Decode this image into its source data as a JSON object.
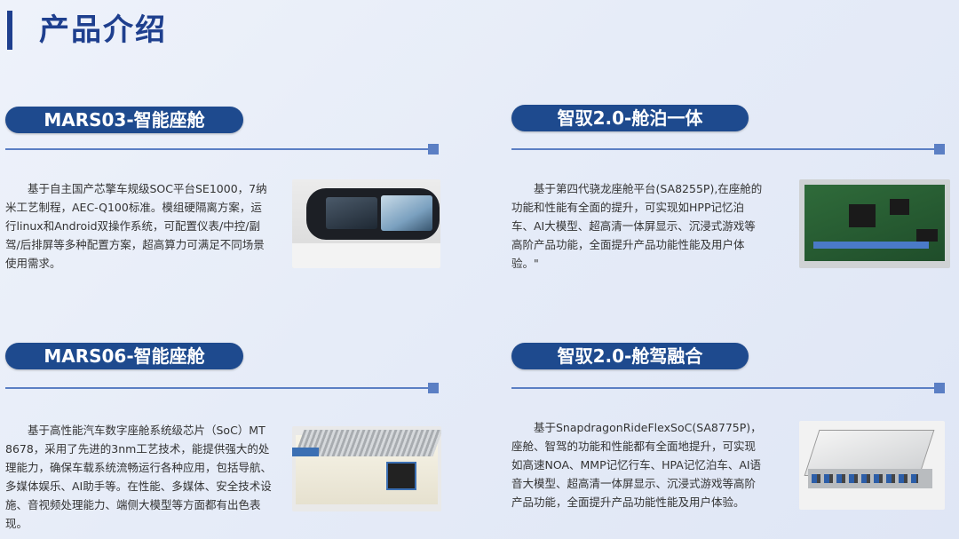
{
  "page_title": "产品介绍",
  "sections": [
    {
      "title": "MARS03-智能座舱",
      "description": "基于自主国产芯擎车规级SOC平台SE1000，7纳米工艺制程，AEC-Q100标准。模组硬隔离方案，运行linux和Android双操作系统，可配置仪表/中控/副驾/后排屏等多种配置方案，超高算力可满足不同场景使用需求。"
    },
    {
      "title": "智驭2.0-舱泊一体",
      "description": "基于第四代骁龙座舱平台(SA8255P),在座舱的功能和性能有全面的提升，可实现如HPP记忆泊车、AI大模型、超高清一体屏显示、沉浸式游戏等高阶产品功能，全面提升产品功能性能及用户体验。\""
    },
    {
      "title": "MARS06-智能座舱",
      "description": "基于高性能汽车数字座舱系统级芯片（SoC）MT8678，采用了先进的3nm工艺技术，能提供强大的处理能力，确保车载系统流畅运行各种应用，包括导航、多媒体娱乐、AI助手等。在性能、多媒体、安全技术设施、音视频处理能力、端侧大模型等方面都有出色表现。"
    },
    {
      "title": "智驭2.0-舱驾融合",
      "description": "基于SnapdragonRideFlexSoC(SA8775P)，座舱、智驾的功能和性能都有全面地提升，可实现如高速NOA、MMP记忆行车、HPA记忆泊车、AI语音大模型、超高清一体屏显示、沉浸式游戏等高阶产品功能，全面提升产品功能性能及用户体验。"
    }
  ]
}
